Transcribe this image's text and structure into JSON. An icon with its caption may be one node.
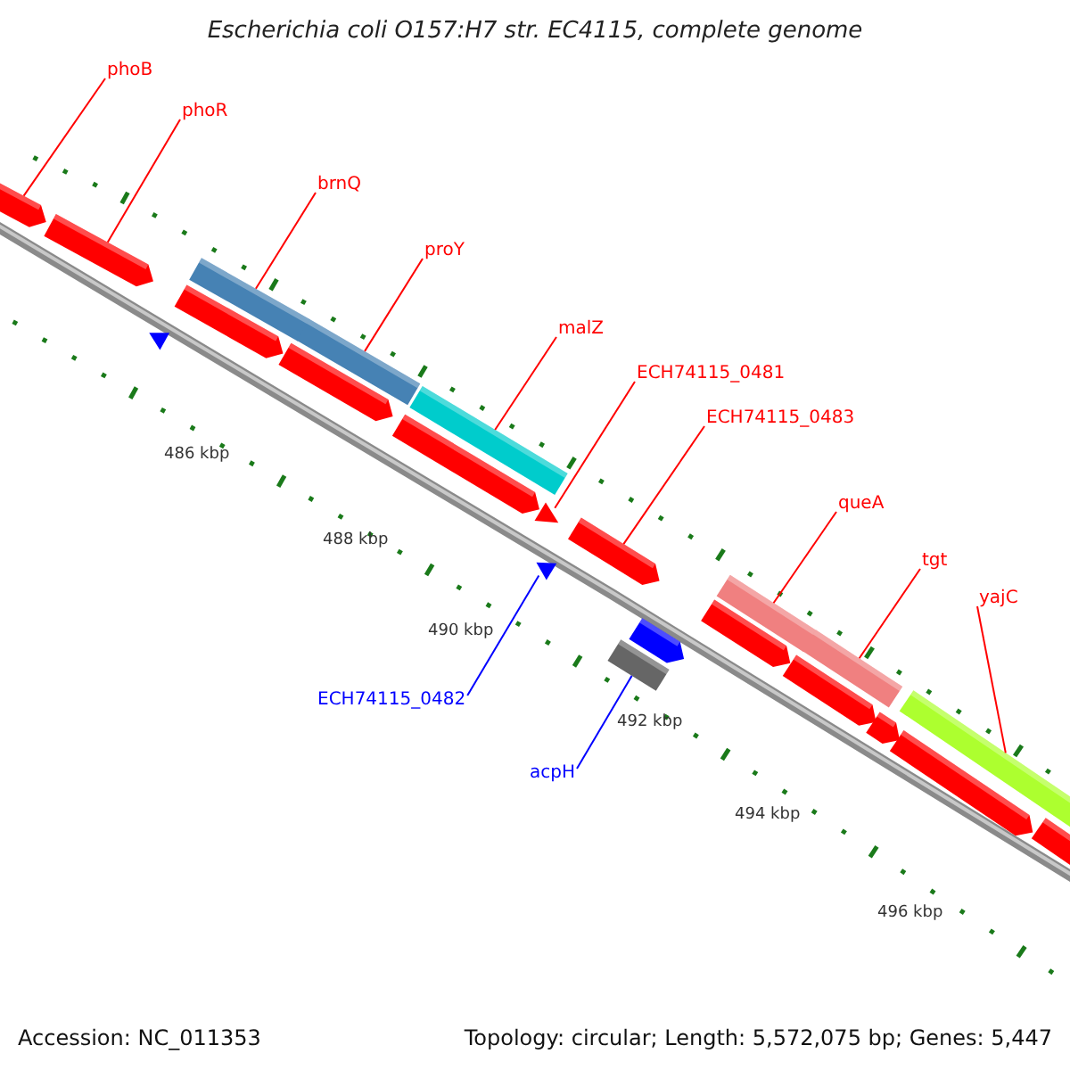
{
  "diagram": {
    "title": "Escherichia coli O157:H7 str. EC4115, complete genome",
    "nodes": [
      {
        "text": [
          "phoB"
        ]
      },
      {
        "text": [
          "phoR"
        ]
      },
      {
        "text": [
          "brnQ"
        ]
      },
      {
        "text": [
          "proY"
        ]
      },
      {
        "text": [
          "malZ"
        ]
      },
      {
        "text": [
          "ECH74115_0481"
        ]
      },
      {
        "text": [
          "ECH74115_0483"
        ]
      },
      {
        "text": [
          "queA"
        ]
      },
      {
        "text": [
          "tgt"
        ]
      },
      {
        "text": [
          "yajC"
        ]
      },
      {
        "text": [
          "ECH74115_0482"
        ]
      },
      {
        "text": [
          "acpH"
        ]
      },
      {
        "text": [],
        "shape": "pentagon"
      },
      {
        "text": [],
        "shape": "pentagon"
      },
      {
        "text": [],
        "shape": "bar"
      },
      {
        "text": [],
        "shape": "bar"
      },
      {
        "text": [],
        "shape": "bar"
      },
      {
        "text": [],
        "shape": "triangle"
      },
      {
        "text": [],
        "shape": "pentagon"
      },
      {
        "text": [],
        "shape": "bar"
      },
      {
        "text": [],
        "shape": "bar"
      },
      {
        "text": [],
        "shape": "bar"
      },
      {
        "text": [],
        "shape": "triangle"
      },
      {
        "text": [],
        "shape": "bar"
      },
      {
        "text": [],
        "shape": "triangle"
      },
      {
        "text": [],
        "shape": "pentagon"
      },
      {
        "text": [],
        "shape": "pentagon"
      },
      {
        "text": [],
        "shape": "pentagon"
      },
      {
        "text": [],
        "shape": "pentagon"
      },
      {
        "text": [],
        "shape": "pentagon"
      },
      {
        "text": [],
        "shape": "pentagon"
      },
      {
        "text": [],
        "shape": "pentagon"
      },
      {
        "text": [],
        "shape": "pentagon"
      },
      {
        "text": [],
        "shape": "pentagon"
      }
    ],
    "edges": [
      {
        "from": 0,
        "to": 12,
        "arrow": "none"
      },
      {
        "from": 1,
        "to": 13,
        "arrow": "none"
      },
      {
        "from": 2,
        "to": 14,
        "arrow": "none"
      },
      {
        "from": 3,
        "to": 15,
        "arrow": "none"
      },
      {
        "from": 4,
        "to": 16,
        "arrow": "none"
      },
      {
        "from": 5,
        "to": 17,
        "arrow": "none"
      },
      {
        "from": 6,
        "to": 18,
        "arrow": "none"
      },
      {
        "from": 7,
        "to": 19,
        "arrow": "none"
      },
      {
        "from": 8,
        "to": 20,
        "arrow": "none"
      },
      {
        "from": 9,
        "to": 21,
        "arrow": "none"
      },
      {
        "from": 10,
        "to": 22,
        "arrow": "none",
        "color": "#0000ff"
      },
      {
        "from": 11,
        "to": 23,
        "arrow": "none",
        "color": "#0000ff"
      }
    ],
    "labels": [
      "486 kbp",
      "488 kbp",
      "490 kbp",
      "492 kbp",
      "494 kbp",
      "496 kbp",
      "Accession: NC_011353",
      "Topology: circular; Length: 5,572,075 bp; Genes: 5,447"
    ]
  }
}
